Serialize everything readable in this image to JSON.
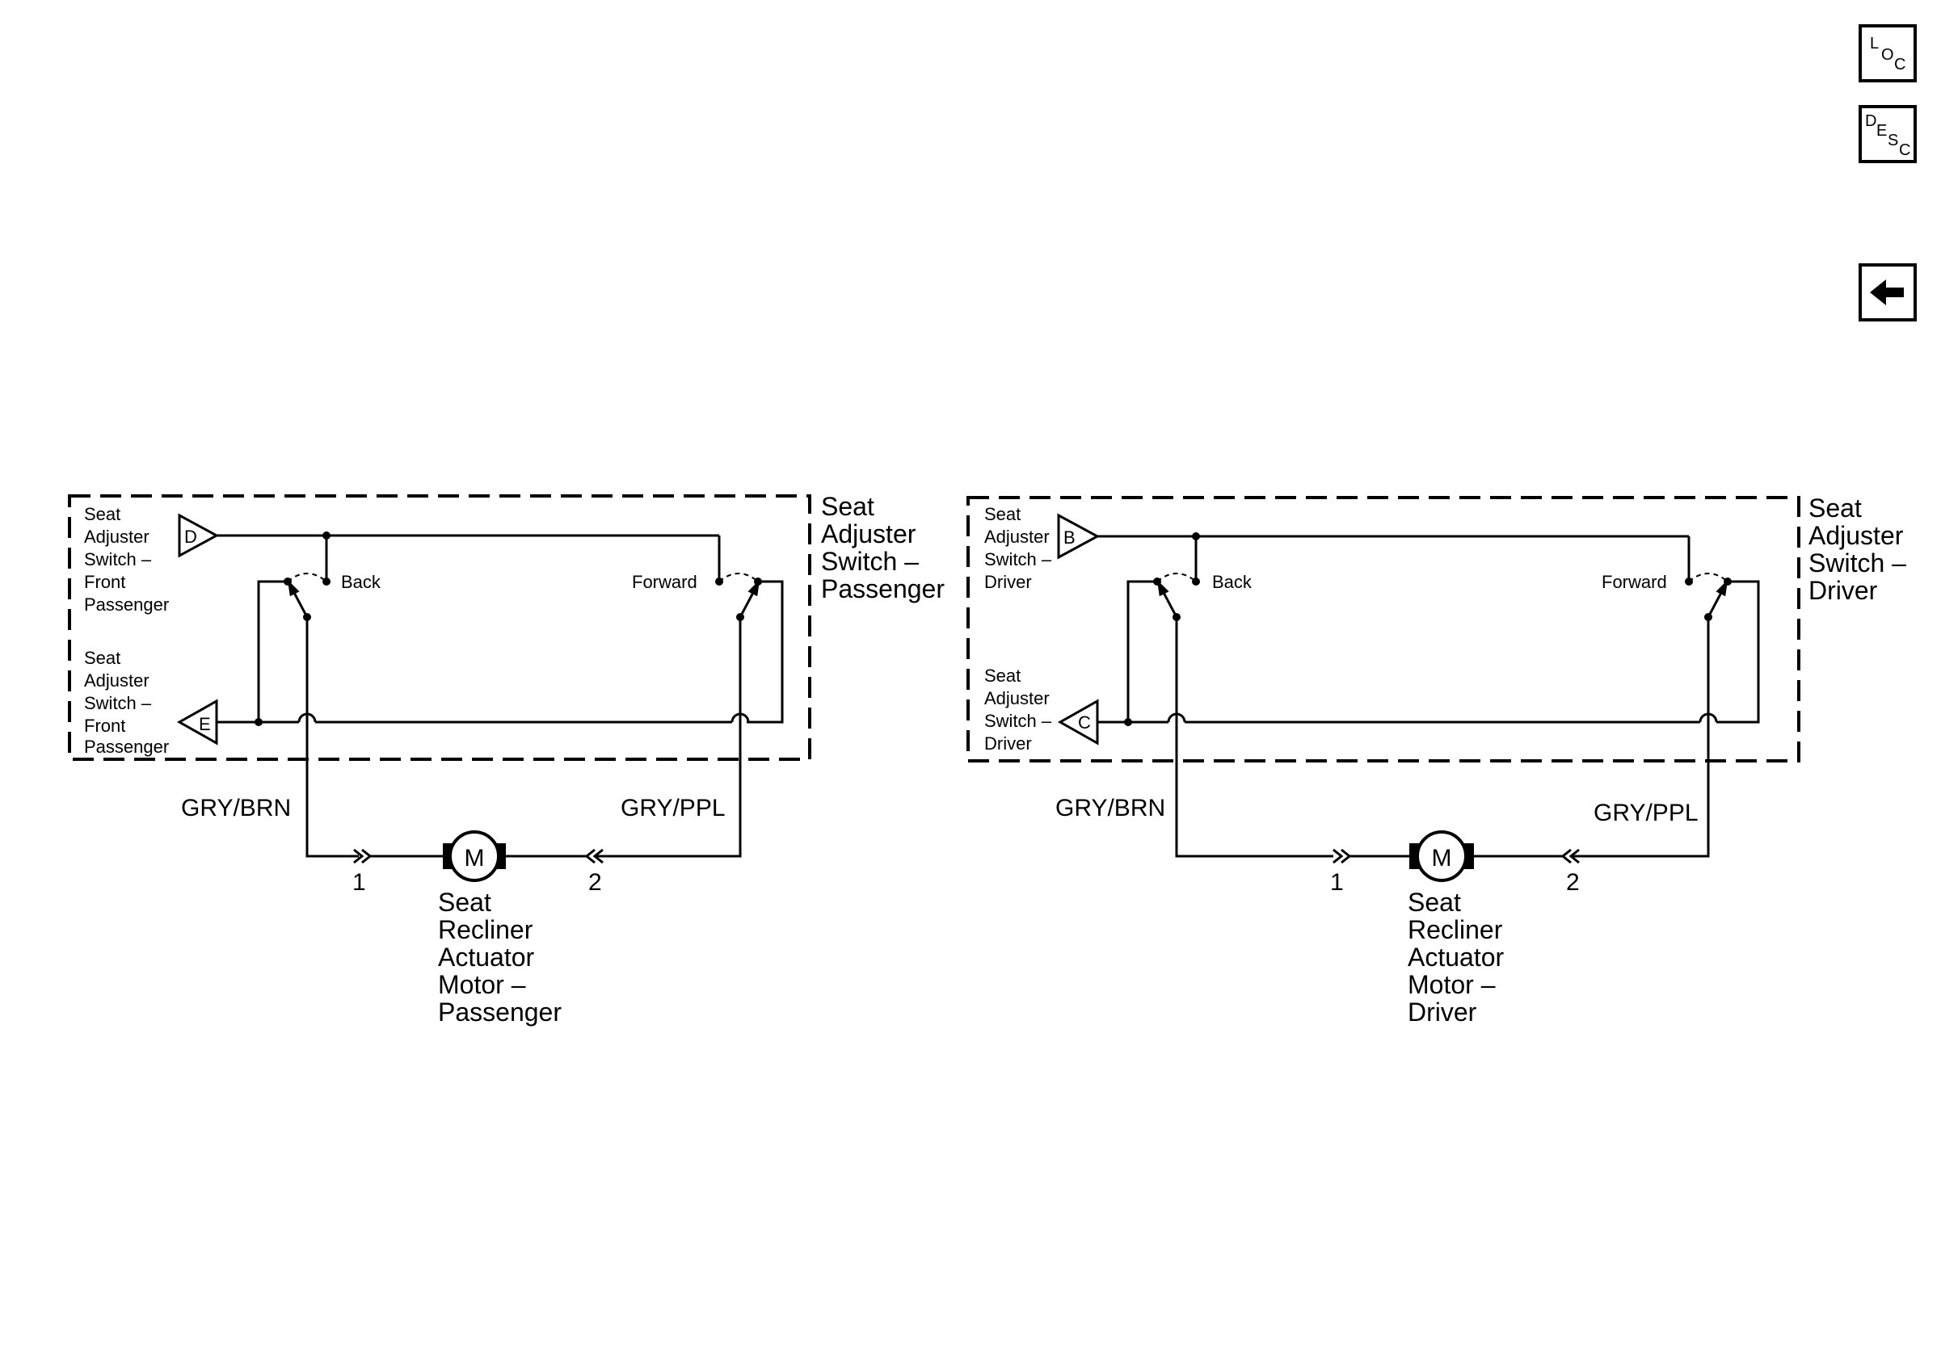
{
  "nav": {
    "loc": {
      "c1": "L",
      "c2": "O",
      "c3": "C"
    },
    "desc": {
      "c1": "D",
      "c2": "E",
      "c3": "S",
      "c4": "C"
    },
    "back_icon": "left-arrow-icon"
  },
  "passenger": {
    "enclosure_label": {
      "l1": "Seat",
      "l2": "Adjuster",
      "l3": "Switch –",
      "l4": "Passenger"
    },
    "conn_top": {
      "letter": "D",
      "l1": "Seat",
      "l2": "Adjuster",
      "l3": "Switch –",
      "l4": "Front",
      "l5": "Passenger"
    },
    "conn_bottom": {
      "letter": "E",
      "l1": "Seat",
      "l2": "Adjuster",
      "l3": "Switch –",
      "l4": "Front",
      "l5": "Passenger"
    },
    "back": "Back",
    "forward": "Forward",
    "wire_left": "GRY/BRN",
    "wire_right": "GRY/PPL",
    "pin1": "1",
    "pin2": "2",
    "motor_symbol": "M",
    "motor_label": {
      "l1": "Seat",
      "l2": "Recliner",
      "l3": "Actuator",
      "l4": "Motor –",
      "l5": "Passenger"
    }
  },
  "driver": {
    "enclosure_label": {
      "l1": "Seat",
      "l2": "Adjuster",
      "l3": "Switch –",
      "l4": "Driver"
    },
    "conn_top": {
      "letter": "B",
      "l1": "Seat",
      "l2": "Adjuster",
      "l3": "Switch –",
      "l4": "Driver"
    },
    "conn_bottom": {
      "letter": "C",
      "l1": "Seat",
      "l2": "Adjuster",
      "l3": "Switch –",
      "l4": "Driver"
    },
    "back": "Back",
    "forward": "Forward",
    "wire_left": "GRY/BRN",
    "wire_right": "GRY/PPL",
    "pin1": "1",
    "pin2": "2",
    "motor_symbol": "M",
    "motor_label": {
      "l1": "Seat",
      "l2": "Recliner",
      "l3": "Actuator",
      "l4": "Motor –",
      "l5": "Driver"
    }
  }
}
